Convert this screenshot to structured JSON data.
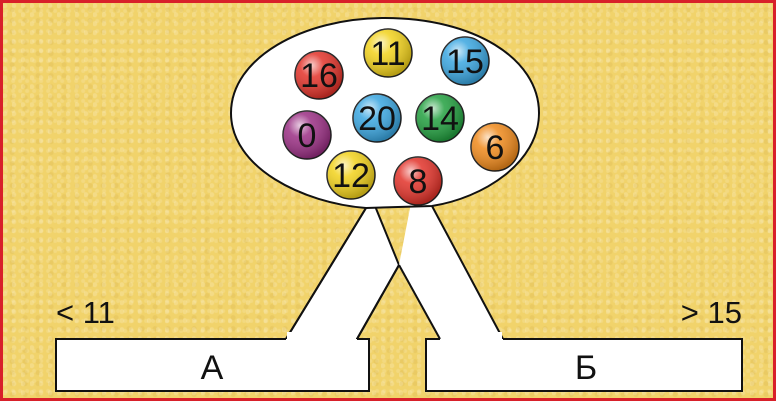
{
  "balls": [
    {
      "label": "16",
      "color": "red"
    },
    {
      "label": "11",
      "color": "yellow"
    },
    {
      "label": "15",
      "color": "blue"
    },
    {
      "label": "0",
      "color": "purple"
    },
    {
      "label": "20",
      "color": "blue"
    },
    {
      "label": "14",
      "color": "green"
    },
    {
      "label": "6",
      "color": "orange"
    },
    {
      "label": "12",
      "color": "yellow"
    },
    {
      "label": "8",
      "color": "red"
    }
  ],
  "left_condition": "< 11",
  "right_condition": "> 15",
  "left_bin": "А",
  "right_bin": "Б",
  "colors": {
    "background": "#f1d36b",
    "frame": "#d8202a",
    "red": "#e2332a",
    "yellow": "#f2d21c",
    "blue": "#3aa6e0",
    "purple": "#9b2f84",
    "green": "#23a040",
    "orange": "#f08a1c"
  }
}
